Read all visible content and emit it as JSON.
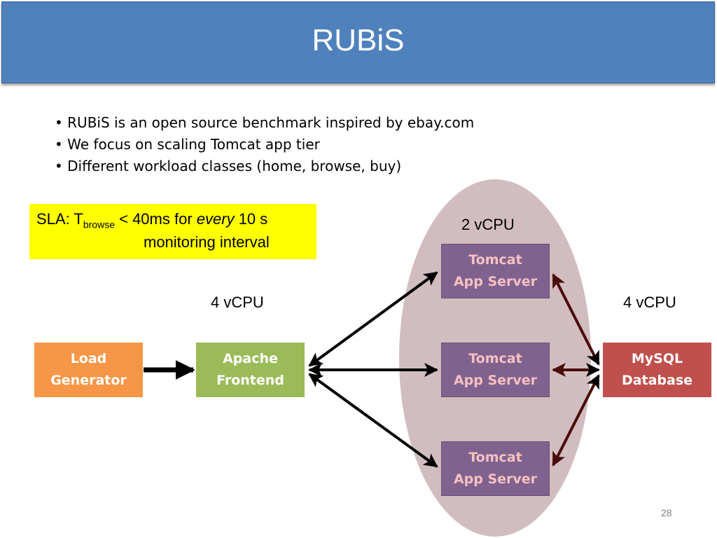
{
  "title": "RUBiS",
  "bullets": [
    "RUBiS is an open source benchmark inspired by ebay.com",
    "We focus on scaling Tomcat app tier",
    "Different workload classes (home, browse, buy)"
  ],
  "sla": {
    "prefix": "SLA: T",
    "subscript": "browse",
    "middle": " < 40ms for ",
    "emphasis": "every",
    "suffix": "  10 s",
    "line2": "monitoring interval"
  },
  "labels": {
    "tomcat_vcpu": "2 vCPU",
    "apache_vcpu": "4 vCPU",
    "mysql_vcpu": "4 vCPU"
  },
  "nodes": {
    "load_generator": {
      "line1": "Load",
      "line2": "Generator",
      "color": "#f79646"
    },
    "apache": {
      "line1": "Apache",
      "line2": "Frontend",
      "color": "#9bbb59"
    },
    "tomcat": [
      {
        "line1": "Tomcat",
        "line2": "App Server"
      },
      {
        "line1": "Tomcat",
        "line2": "App Server"
      },
      {
        "line1": "Tomcat",
        "line2": "App Server"
      }
    ],
    "mysql": {
      "line1": "MySQL",
      "line2": "Database",
      "color": "#c0504d"
    }
  },
  "colors": {
    "title_bar": "#4f81bd",
    "sla_highlight": "#ffff00",
    "tomcat_box": "#80628f",
    "tomcat_text": "#f6c1c1",
    "tomcat_pool": "#d1bdbf",
    "db_arrows": "#4a0a0a"
  },
  "page_number": "28"
}
